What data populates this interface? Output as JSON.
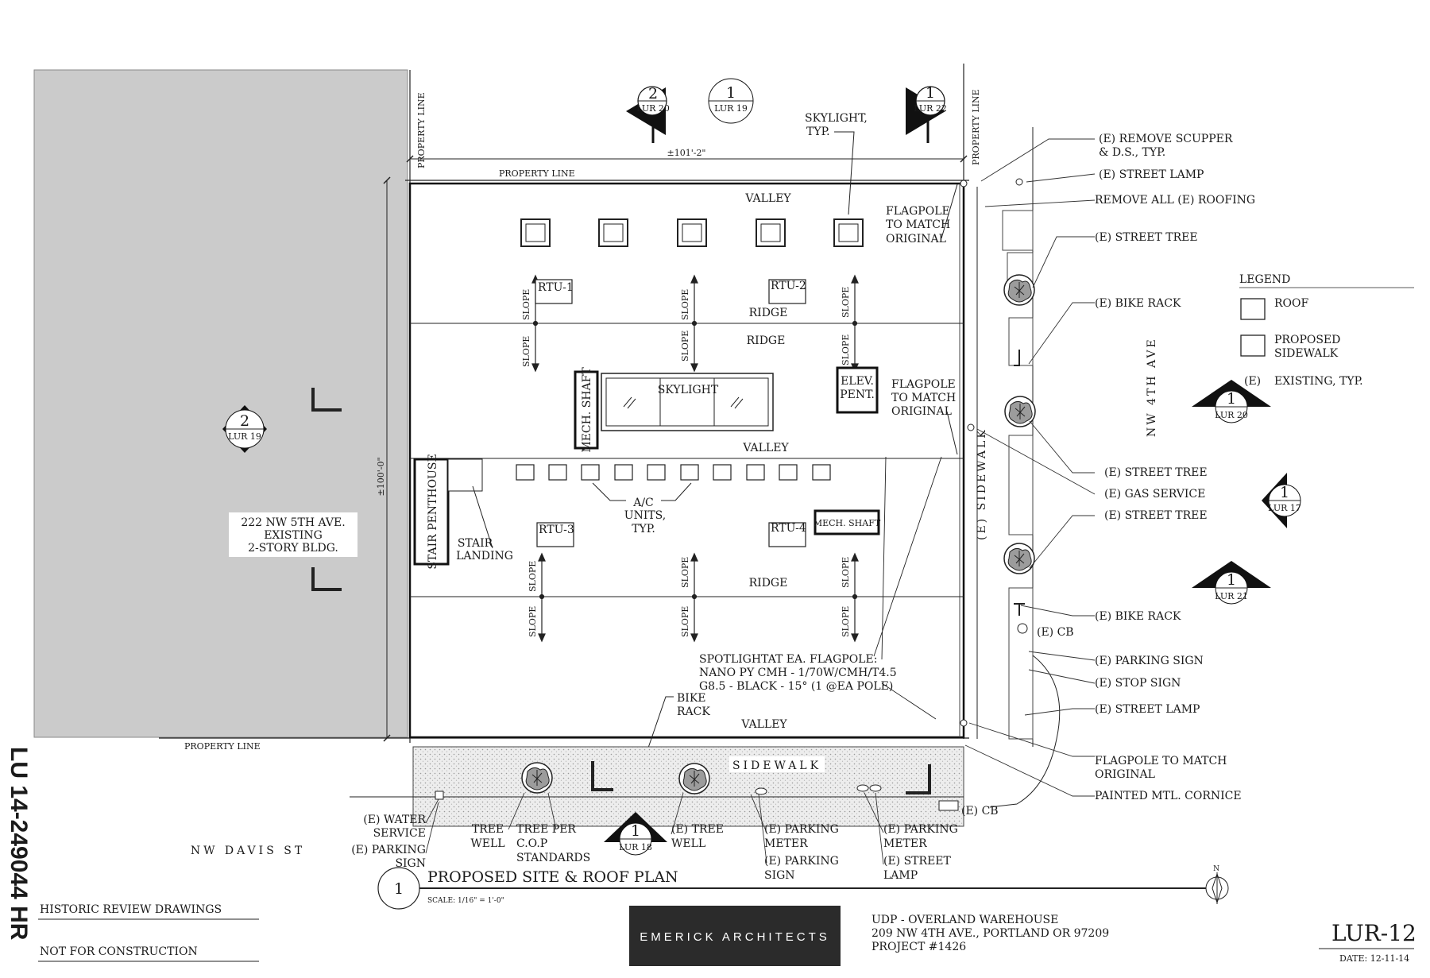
{
  "sheet": {
    "case_number": "LU 14-249044 HR",
    "sheet_number": "LUR-12",
    "date": "DATE: 12-11-14",
    "firm": "EMERICK ARCHITECTS",
    "project_name": "UDP - OVERLAND WAREHOUSE",
    "project_address": "209 NW 4TH AVE., PORTLAND OR 97209",
    "project_number": "PROJECT #1426",
    "status_1": "HISTORIC REVIEW DRAWINGS",
    "status_2": "NOT FOR CONSTRUCTION"
  },
  "drawing": {
    "number": "1",
    "title": "PROPOSED SITE & ROOF PLAN",
    "scale": "SCALE: 1/16\" = 1'-0\"",
    "north": "N"
  },
  "section_markers": [
    {
      "num": "2",
      "sheet": "LUR 20"
    },
    {
      "num": "1",
      "sheet": "LUR 19"
    },
    {
      "num": "1",
      "sheet": "LUR 22"
    },
    {
      "num": "2",
      "sheet": "LUR 19"
    },
    {
      "num": "1",
      "sheet": "LUR 20"
    },
    {
      "num": "1",
      "sheet": "LUR 17"
    },
    {
      "num": "1",
      "sheet": "LUR 21"
    },
    {
      "num": "1",
      "sheet": "LUR 18"
    }
  ],
  "plan": {
    "property_line": "PROPERTY LINE",
    "width_dim": "±101'-2\"",
    "depth_dim": "±100'-0\"",
    "valley": "VALLEY",
    "ridge": "RIDGE",
    "slope": "SLOPE",
    "rtu_1": "RTU-1",
    "rtu_2": "RTU-2",
    "rtu_3": "RTU-3",
    "rtu_4": "RTU-4",
    "skylight": "SKYLIGHT",
    "mech_shaft": "MECH. SHAFT",
    "elev_pent_1": "ELEV.",
    "elev_pent_2": "PENT.",
    "stair_penthouse": "STAIR PENTHOUSE",
    "stair_landing_1": "STAIR",
    "stair_landing_2": "LANDING",
    "ac_units_1": "A/C",
    "ac_units_2": "UNITS,",
    "ac_units_3": "TYP.",
    "skylight_typ_1": "SKYLIGHT,",
    "skylight_typ_2": "TYP.",
    "flagpole_1a": "FLAGPOLE",
    "flagpole_1b": "TO MATCH",
    "flagpole_1c": "ORIGINAL",
    "spotlight_1": "SPOTLIGHTAT EA. FLAGPOLE:",
    "spotlight_2": "NANO PY CMH - 1/70W/CMH/T4.5",
    "spotlight_3": "G8.5 - BLACK - 15° (1 @EA POLE)",
    "bike_rack_1": "BIKE",
    "bike_rack_2": "RACK",
    "neighbor_1": "222 NW 5TH AVE.",
    "neighbor_2": "EXISTING",
    "neighbor_3": "2-STORY BLDG.",
    "sidewalk": "SIDEWALK",
    "e_sidewalk": "(E)  SIDEWALK",
    "street_davis": "NW DAVIS ST",
    "street_4th": "NW 4TH AVE"
  },
  "callouts_right": [
    "(E) REMOVE SCUPPER",
    "& D.S., TYP.",
    "(E) STREET LAMP",
    "REMOVE ALL (E) ROOFING",
    "(E) STREET TREE",
    "(E) BIKE RACK",
    "(E) STREET TREE",
    "(E) GAS SERVICE",
    "(E) STREET TREE",
    "(E) BIKE RACK",
    "(E) CB",
    "(E) PARKING SIGN",
    "(E) STOP SIGN",
    "(E) STREET LAMP",
    "FLAGPOLE TO MATCH",
    "ORIGINAL",
    "PAINTED MTL. CORNICE",
    "(E) CB"
  ],
  "callouts_bottom": [
    "(E) WATER",
    "SERVICE",
    "(E) PARKING",
    "SIGN",
    "TREE",
    "WELL",
    "TREE PER",
    "C.O.P",
    "STANDARDS",
    "(E) TREE",
    "WELL",
    "(E) PARKING",
    "METER",
    "(E) PARKING",
    "SIGN",
    "(E) PARKING",
    "METER",
    "(E) STREET",
    "LAMP"
  ],
  "legend": {
    "title": "LEGEND",
    "roof": "ROOF",
    "proposed_1": "PROPOSED",
    "proposed_2": "SIDEWALK",
    "existing_key": "(E)",
    "existing_val": "EXISTING, TYP."
  },
  "colors": {
    "neighbor_fill": "#cbcbcb",
    "sidewalk_fill": "#e6e6e6",
    "firm_box": "#2b2b2b"
  }
}
